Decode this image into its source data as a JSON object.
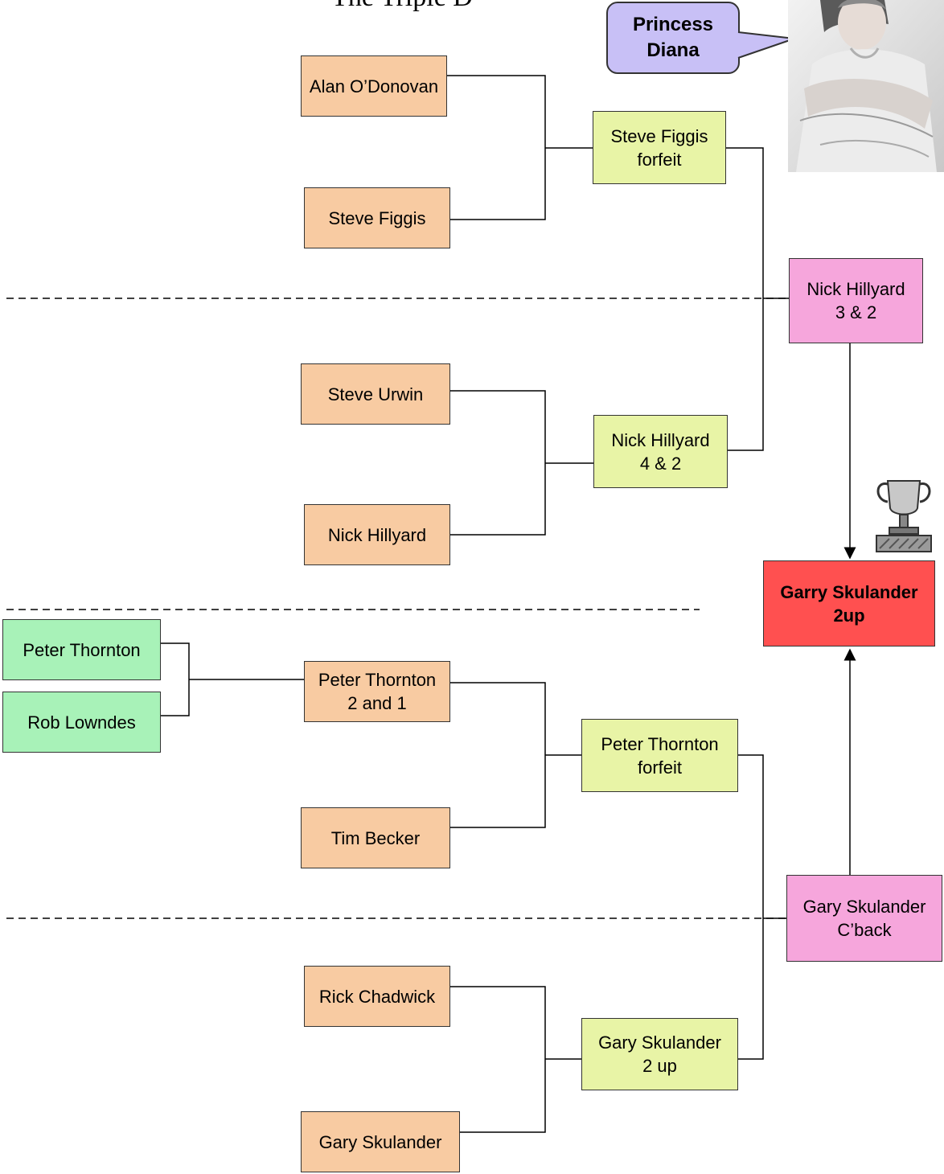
{
  "title": "The Triple D",
  "callout": {
    "text": "Princess\nDiana"
  },
  "round1": {
    "m1_top": "Alan O’Donovan",
    "m1_bottom": "Steve Figgis",
    "m2_top": "Steve Urwin",
    "m2_bottom": "Nick Hillyard",
    "m3_top": "Peter Thornton\n2 and 1",
    "m3_bottom": "Tim Becker",
    "m4_top": "Rick Chadwick",
    "m4_bottom": "Gary Skulander"
  },
  "preliminary": {
    "top": "Peter Thornton",
    "bottom": "Rob Lowndes"
  },
  "round2": {
    "w1": "Steve Figgis\nforfeit",
    "w2": "Nick Hillyard\n4 & 2",
    "w3": "Peter Thornton\nforfeit",
    "w4": "Gary Skulander\n2 up"
  },
  "semis": {
    "top": "Nick Hillyard\n3 & 2",
    "bottom": "Gary Skulander\nC’back"
  },
  "final": {
    "winner": "Garry Skulander\n2up"
  },
  "colors": {
    "round1": "#f8cba2",
    "round2": "#e8f4a6",
    "semis": "#f6a6dc",
    "preliminary": "#a8f2b8",
    "final": "#ff5050",
    "callout": "#c8c0f6"
  }
}
